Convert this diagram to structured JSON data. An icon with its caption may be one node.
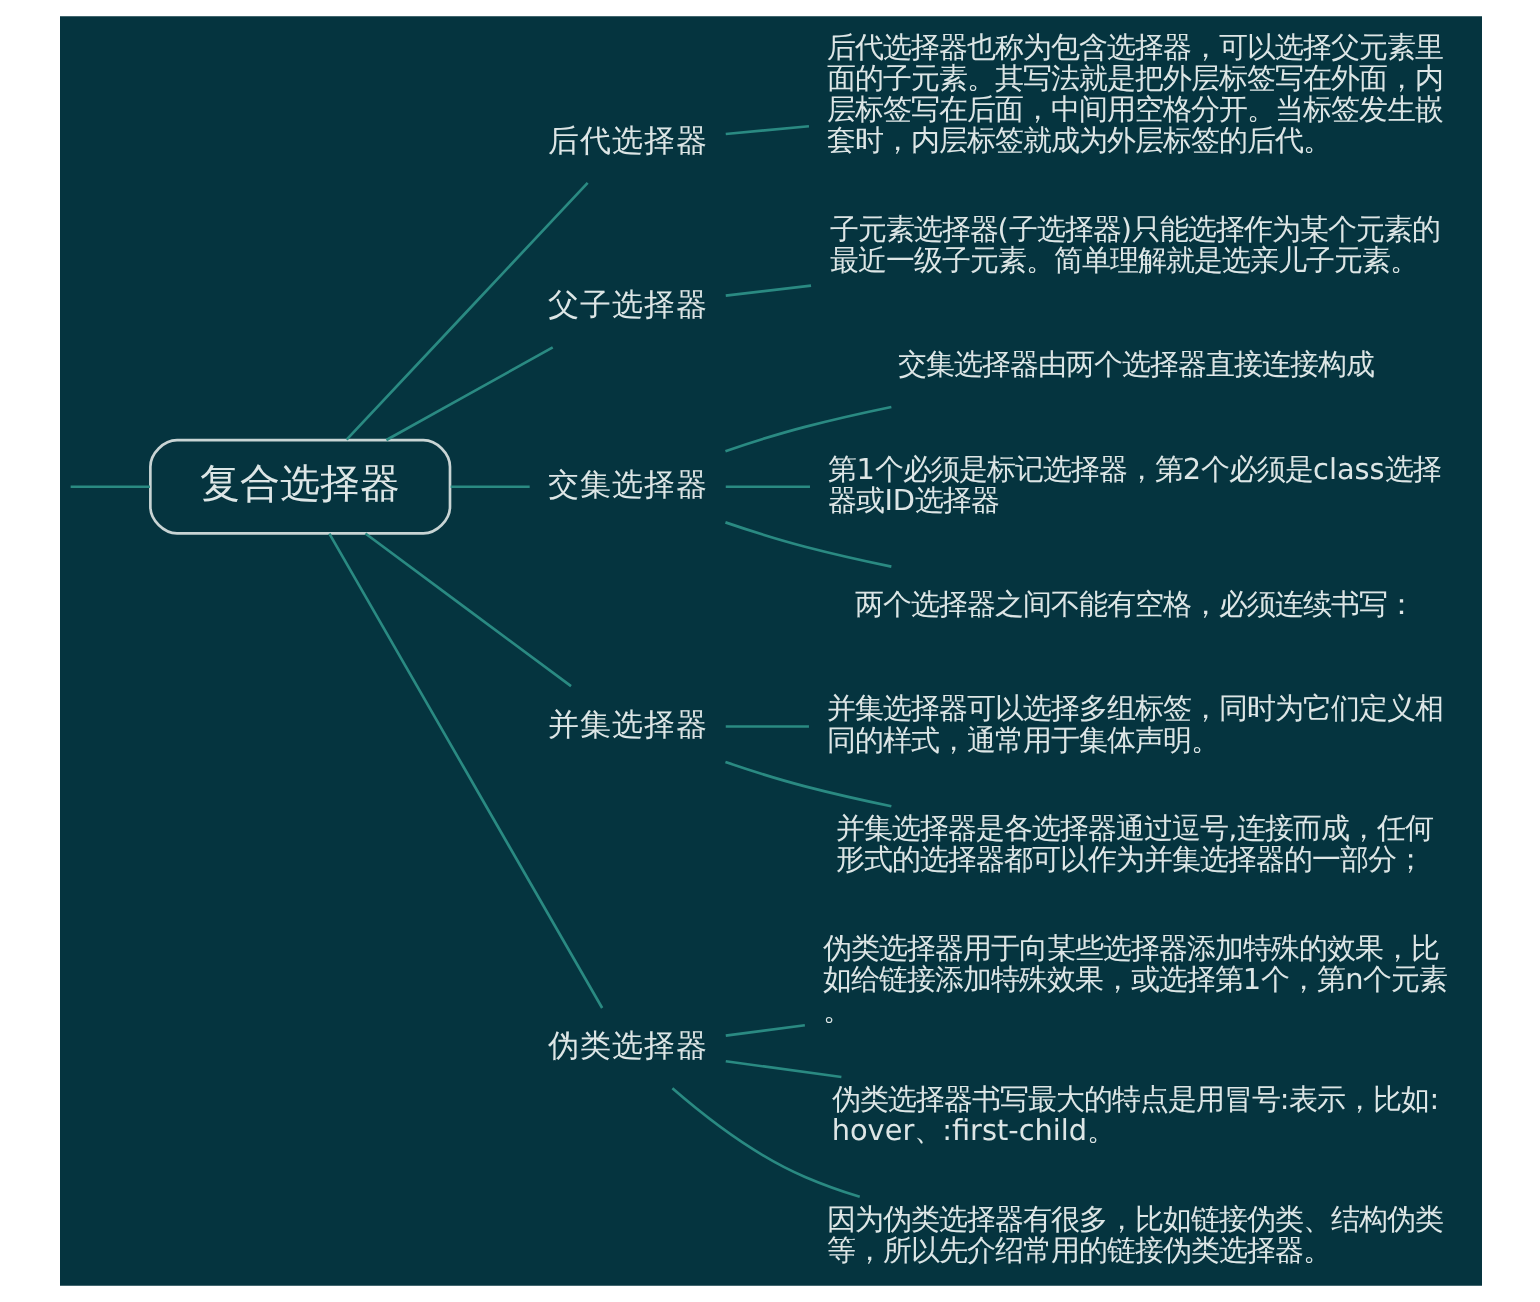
{
  "diagram": {
    "nodes": [
      {
        "text": [
          "复合选择器"
        ]
      },
      {
        "text": [
          "后代选择器"
        ]
      },
      {
        "text": [
          "后代选择器也称为包含选择器，可以选择父元素里面的子元素。其写法就是把外层标签写在外面，内层标签写在后面，中间用空格分开。当标签发生嵌套时，内层标签就成为外层标签的后代。"
        ]
      },
      {
        "text": [
          "父子选择器"
        ]
      },
      {
        "text": [
          "子元素选择器(子选择器)只能选择作为某个元素的最近一级子元素。简单理解就是选亲儿子元素。"
        ]
      },
      {
        "text": [
          "交集选择器"
        ]
      },
      {
        "text": [
          "交集选择器由两个选择器直接连接构成"
        ]
      },
      {
        "text": [
          "第1个必须是标记选择器，第2个必须是class选择器或ID选择器"
        ]
      },
      {
        "text": [
          "两个选择器之间不能有空格，必须连续书写："
        ]
      },
      {
        "text": [
          "并集选择器"
        ]
      },
      {
        "text": [
          "并集选择器可以选择多组标签，同时为它们定义相同的样式，通常用于集体声明。"
        ]
      },
      {
        "text": [
          "并集选择器是各选择器通过逗号,连接而成，任何形式的选择器都可以作为并集选择器的一部分；"
        ]
      },
      {
        "text": [
          "伪类选择器"
        ]
      },
      {
        "text": [
          "伪类选择器用于向某些选择器添加特殊的效果，比如给链接添加特殊效果，或选择第1个，第n个元素。"
        ]
      },
      {
        "text": [
          "伪类选择器书写最大的特点是用冒号:表示，比如:hover、:first-child。"
        ]
      },
      {
        "text": [
          "因为伪类选择器有很多，比如链接伪类、结构伪类等，所以先介绍常用的链接伪类选择器。"
        ]
      }
    ],
    "edges": [
      {
        "from": null,
        "to": 0,
        "arrow": "none"
      },
      {
        "from": 0,
        "to": 1,
        "arrow": "none"
      },
      {
        "from": 1,
        "to": 2,
        "arrow": "none"
      },
      {
        "from": 0,
        "to": 3,
        "arrow": "none"
      },
      {
        "from": 3,
        "to": 4,
        "arrow": "none"
      },
      {
        "from": 0,
        "to": 5,
        "arrow": "none"
      },
      {
        "from": 5,
        "to": 6,
        "arrow": "none"
      },
      {
        "from": 5,
        "to": 7,
        "arrow": "none"
      },
      {
        "from": 5,
        "to": 8,
        "arrow": "none"
      },
      {
        "from": 0,
        "to": 9,
        "arrow": "none"
      },
      {
        "from": 9,
        "to": 10,
        "arrow": "none"
      },
      {
        "from": 9,
        "to": 11,
        "arrow": "none"
      },
      {
        "from": 0,
        "to": 12,
        "arrow": "none"
      },
      {
        "from": 12,
        "to": 13,
        "arrow": "none"
      },
      {
        "from": 12,
        "to": 14,
        "arrow": "none"
      },
      {
        "from": 12,
        "to": 15,
        "arrow": "none"
      }
    ]
  }
}
